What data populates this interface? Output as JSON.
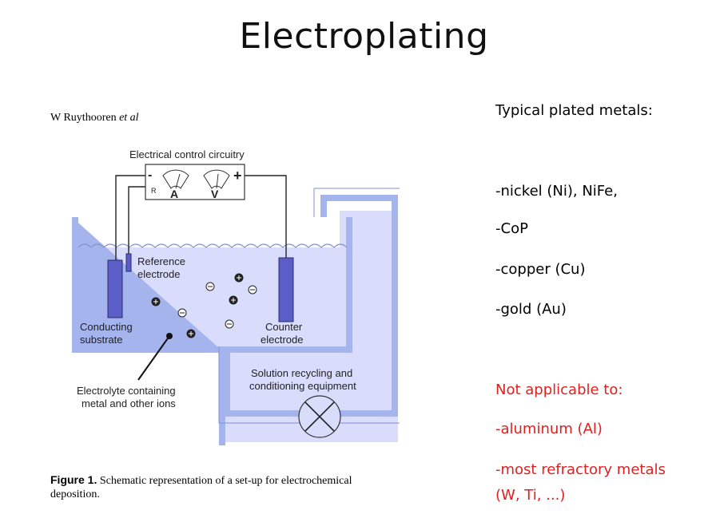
{
  "slide": {
    "title": "Electroplating"
  },
  "figure": {
    "author_name": "W Ruythooren",
    "author_etal": "et al",
    "labels": {
      "circuitry": "Electrical control circuitry",
      "minus": "-",
      "plus": "+",
      "r": "R",
      "ammeter": "A",
      "voltmeter": "V",
      "reference_1": "Reference",
      "reference_2": "electrode",
      "conducting_1": "Conducting",
      "conducting_2": "substrate",
      "counter_1": "Counter",
      "counter_2": "electrode",
      "recycling_1": "Solution recycling and",
      "recycling_2": "conditioning equipment",
      "electrolyte_1": "Electrolyte containing",
      "electrolyte_2": "metal and other ions"
    },
    "caption_bold": "Figure 1.",
    "caption_text": "Schematic representation of a set-up for electrochemical deposition."
  },
  "right_panel": {
    "heading": "Typical plated metals:",
    "metals": [
      "-nickel (Ni), NiFe,",
      "-CoP",
      "-copper (Cu)",
      "-gold (Au)"
    ],
    "not_applicable_heading": "Not applicable to:",
    "not_applicable": [
      "-aluminum (Al)",
      "-most refractory metals",
      "(W, Ti, ...)"
    ]
  },
  "colors": {
    "tank_wall": "#a6b4ee",
    "electrolyte": "#d9ddfb",
    "electrode": "#5a5ec6",
    "not_applicable_text": "#e02020"
  }
}
